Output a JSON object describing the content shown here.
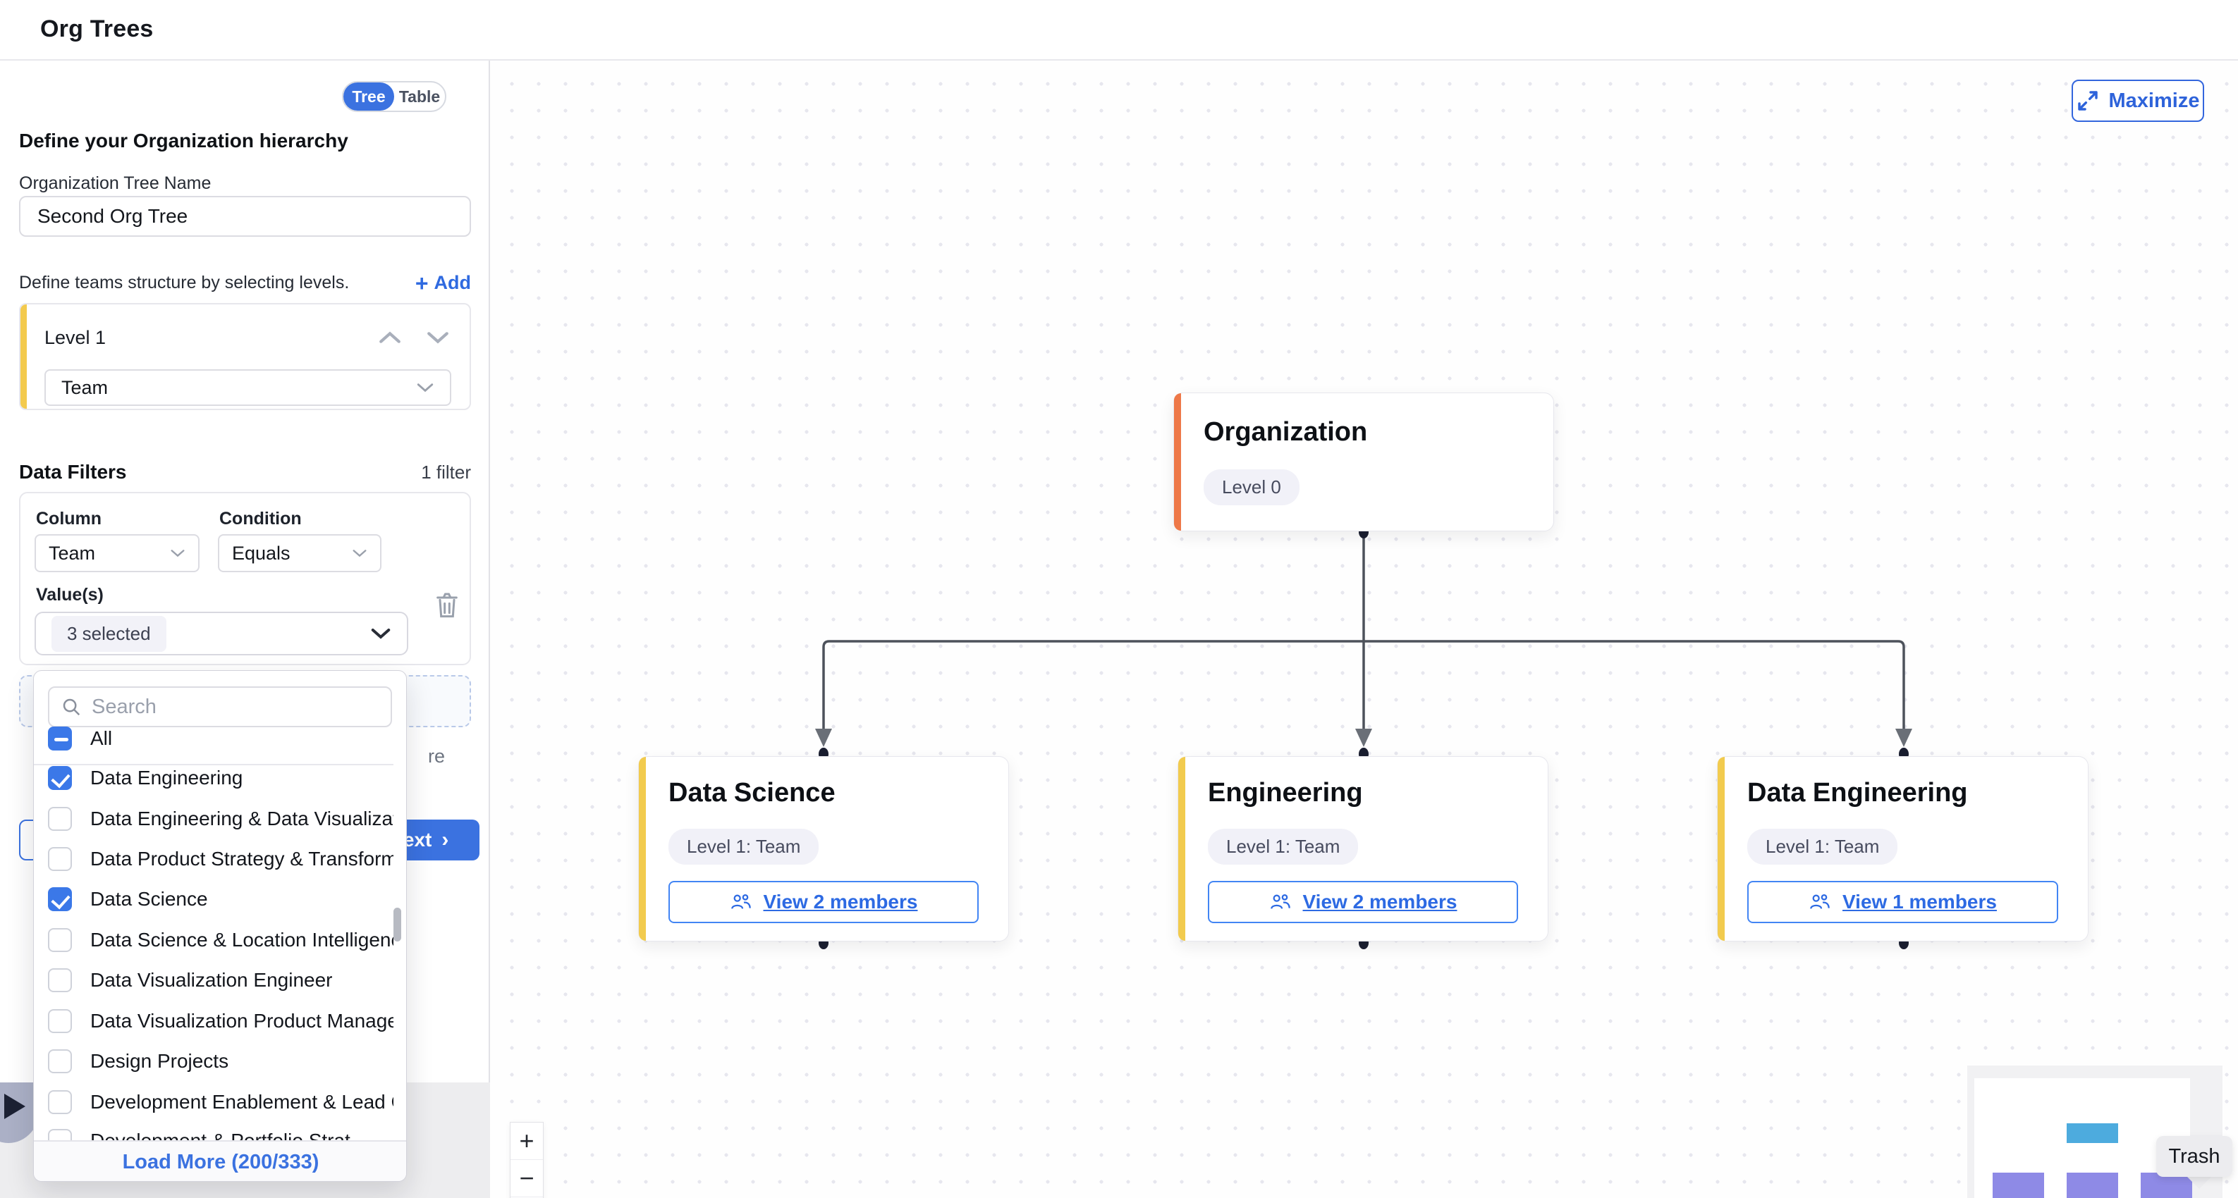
{
  "header": {
    "title": "Org Trees"
  },
  "sidebar": {
    "view_toggle": {
      "tree": "Tree",
      "table": "Table"
    },
    "section_title": "Define your Organization hierarchy",
    "tree_name": {
      "label": "Organization Tree Name",
      "value": "Second Org Tree"
    },
    "levels": {
      "hint": "Define teams structure by selecting levels.",
      "add_label": "Add",
      "add_plus": "+",
      "card": {
        "title": "Level 1",
        "selected_type": "Team"
      }
    },
    "filters": {
      "title": "Data Filters",
      "count_label": "1 filter",
      "column_label": "Column",
      "column_value": "Team",
      "condition_label": "Condition",
      "condition_value": "Equals",
      "values_label": "Value(s)",
      "values_selected": "3 selected"
    },
    "hidden_fragment": "re",
    "next": {
      "label": "Next",
      "chevron": "›"
    }
  },
  "dropdown": {
    "search_placeholder": "Search",
    "select_all": {
      "label": "All",
      "state": "indeterminate"
    },
    "items": [
      {
        "label": "Data Engineering",
        "state": "checked"
      },
      {
        "label": "Data Engineering & Data Visualization",
        "state": "unchecked"
      },
      {
        "label": "Data Product Strategy & Transformat...",
        "state": "unchecked"
      },
      {
        "label": "Data Science",
        "state": "checked"
      },
      {
        "label": "Data Science & Location Intelligence",
        "state": "unchecked"
      },
      {
        "label": "Data Visualization Engineer",
        "state": "unchecked"
      },
      {
        "label": "Data Visualization Product Managem...",
        "state": "unchecked"
      },
      {
        "label": "Design Projects",
        "state": "unchecked"
      },
      {
        "label": "Development Enablement & Lead Ge...",
        "state": "unchecked"
      },
      {
        "label": "Development & Portfolio Strat...",
        "state": "unchecked"
      }
    ],
    "load_more": "Load More (200/333)"
  },
  "canvas": {
    "maximize_label": "Maximize",
    "nodes": {
      "root": {
        "title": "Organization",
        "badge": "Level 0"
      },
      "children": [
        {
          "title": "Data Science",
          "badge": "Level 1: Team",
          "members_label": "View 2 members"
        },
        {
          "title": "Engineering",
          "badge": "Level 1: Team",
          "members_label": "View 2 members"
        },
        {
          "title": "Data Engineering",
          "badge": "Level 1: Team",
          "members_label": "View 1 members"
        }
      ]
    },
    "zoom_controls": {
      "zoom_in": "+",
      "zoom_out": "−"
    },
    "trash_tooltip": "Trash"
  },
  "colors": {
    "accent_blue": "#3b72e0",
    "root_accent_orange": "#ee7848",
    "child_accent_yellow": "#f2cb4e",
    "minimap_root_blue": "#4dabde",
    "minimap_child_purple": "#8e8ae6"
  }
}
